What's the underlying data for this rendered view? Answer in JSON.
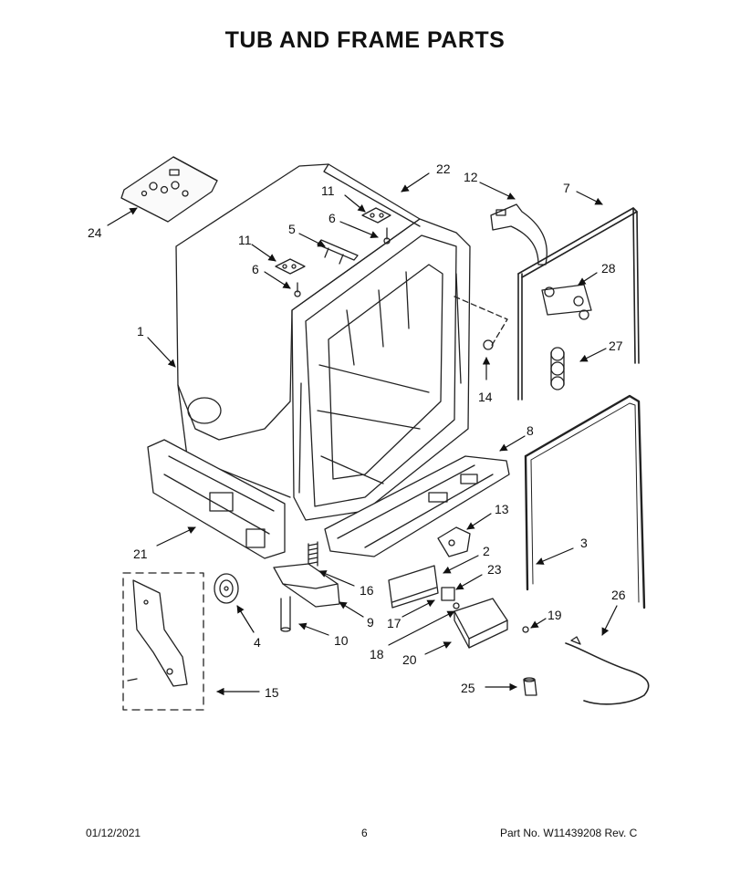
{
  "title": "TUB AND FRAME PARTS",
  "callouts": [
    {
      "id": "c24",
      "label": "24"
    },
    {
      "id": "c11a",
      "label": "11"
    },
    {
      "id": "c6a",
      "label": "6"
    },
    {
      "id": "c5",
      "label": "5"
    },
    {
      "id": "c11b",
      "label": "11"
    },
    {
      "id": "c6b",
      "label": "6"
    },
    {
      "id": "c22",
      "label": "22"
    },
    {
      "id": "c12",
      "label": "12"
    },
    {
      "id": "c7",
      "label": "7"
    },
    {
      "id": "c28",
      "label": "28"
    },
    {
      "id": "c1",
      "label": "1"
    },
    {
      "id": "c27",
      "label": "27"
    },
    {
      "id": "c14",
      "label": "14"
    },
    {
      "id": "c8",
      "label": "8"
    },
    {
      "id": "c13",
      "label": "13"
    },
    {
      "id": "c3",
      "label": "3"
    },
    {
      "id": "c21",
      "label": "21"
    },
    {
      "id": "c2",
      "label": "2"
    },
    {
      "id": "c23",
      "label": "23"
    },
    {
      "id": "c16",
      "label": "16"
    },
    {
      "id": "c9",
      "label": "9"
    },
    {
      "id": "c17",
      "label": "17"
    },
    {
      "id": "c4",
      "label": "4"
    },
    {
      "id": "c10",
      "label": "10"
    },
    {
      "id": "c26",
      "label": "26"
    },
    {
      "id": "c19",
      "label": "19"
    },
    {
      "id": "c18",
      "label": "18"
    },
    {
      "id": "c20",
      "label": "20"
    },
    {
      "id": "c15",
      "label": "15"
    },
    {
      "id": "c25",
      "label": "25"
    }
  ],
  "footer": {
    "date": "01/12/2021",
    "page": "6",
    "part_number": "Part No.  W11439208  Rev.  C"
  }
}
